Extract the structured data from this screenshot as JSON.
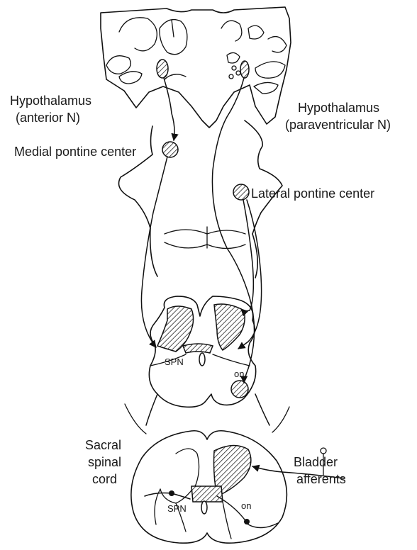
{
  "labels": {
    "hyp_anterior_1": "Hypothalamus",
    "hyp_anterior_2": "(anterior N)",
    "hyp_pv_1": "Hypothalamus",
    "hyp_pv_2": "(paraventricular N)",
    "medial_pontine": "Medial pontine center",
    "lateral_pontine": "Lateral pontine center",
    "spn_upper": "SPN",
    "on_upper": "on",
    "sacral_1": "Sacral",
    "sacral_2": "spinal",
    "sacral_3": "cord",
    "bladder_1": "Bladder",
    "bladder_2": "afferents",
    "spn_lower": "SPN",
    "on_lower": "on"
  }
}
